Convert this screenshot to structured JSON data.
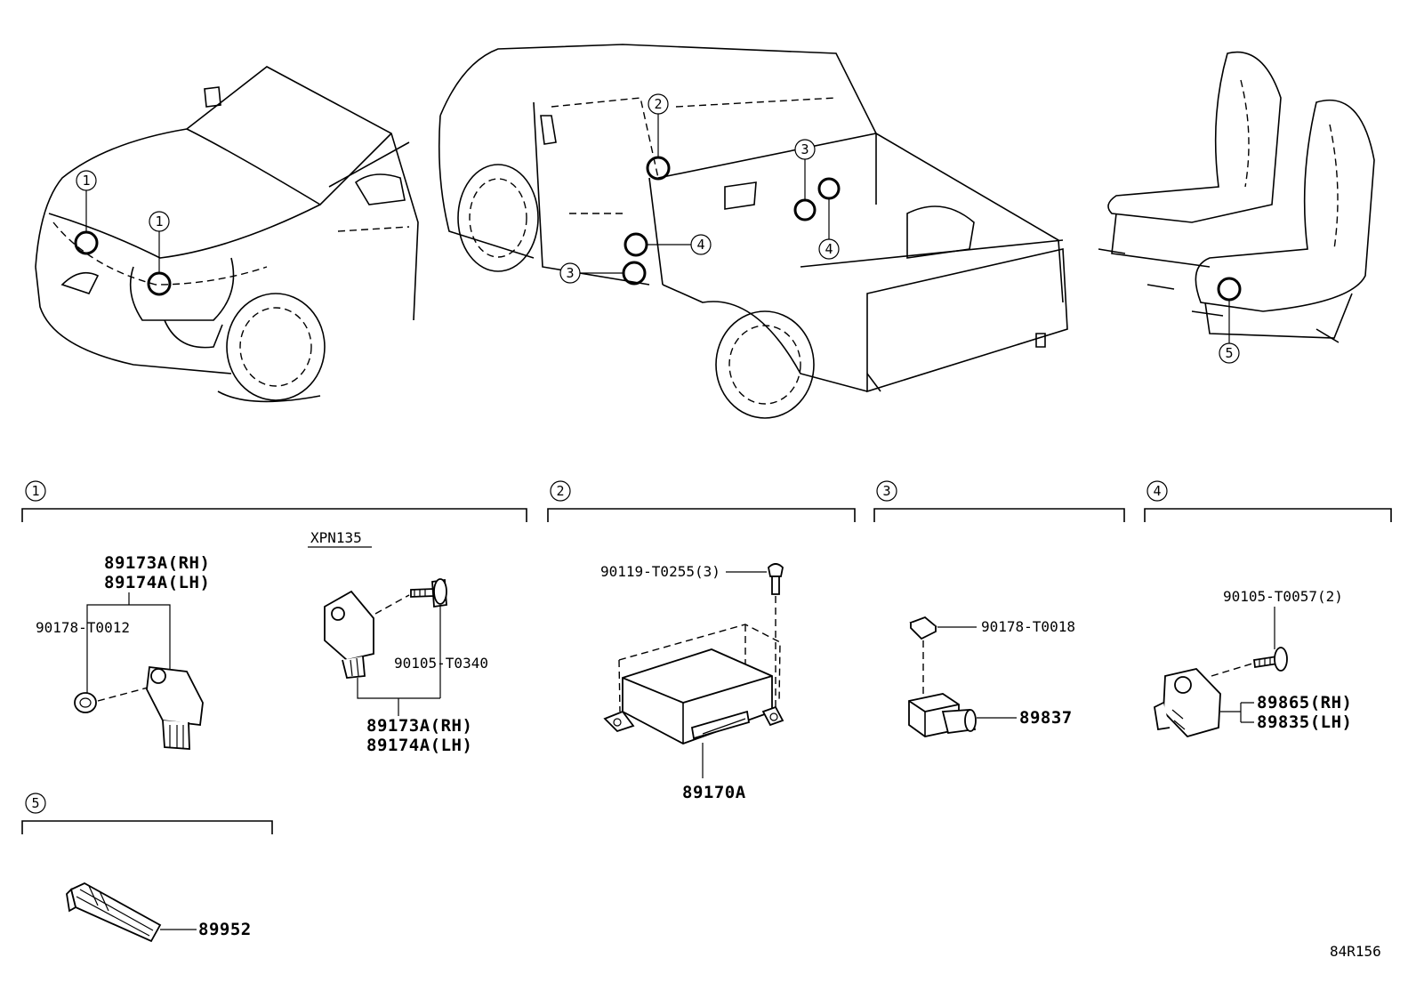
{
  "figure_code": "84R156",
  "variant_label": "XPN135",
  "overview_callouts": {
    "front_lh": "1",
    "front_rh": "1",
    "cab_pillar": "2",
    "door_lower": "3",
    "door_upper": "4",
    "rear_3": "3",
    "rear_4": "4",
    "seat": "5"
  },
  "sections": [
    {
      "id": "1",
      "label": "1"
    },
    {
      "id": "2",
      "label": "2"
    },
    {
      "id": "3",
      "label": "3"
    },
    {
      "id": "4",
      "label": "4"
    },
    {
      "id": "5",
      "label": "5"
    }
  ],
  "parts": {
    "s1_sensor_top_rh": "89173A(RH)",
    "s1_sensor_top_lh": "89174A(LH)",
    "s1_nut": "90178-T0012",
    "s1_bolt": "90105-T0340",
    "s1_sensor_bot_rh": "89173A(RH)",
    "s1_sensor_bot_lh": "89174A(LH)",
    "s2_screw": "90119-T0255(3)",
    "s2_ecu": "89170A",
    "s3_nut": "90178-T0018",
    "s3_sensor": "89837",
    "s4_bolt": "90105-T0057(2)",
    "s4_sensor_rh": "89865(RH)",
    "s4_sensor_lh": "89835(LH)",
    "s5_sensor": "89952"
  }
}
